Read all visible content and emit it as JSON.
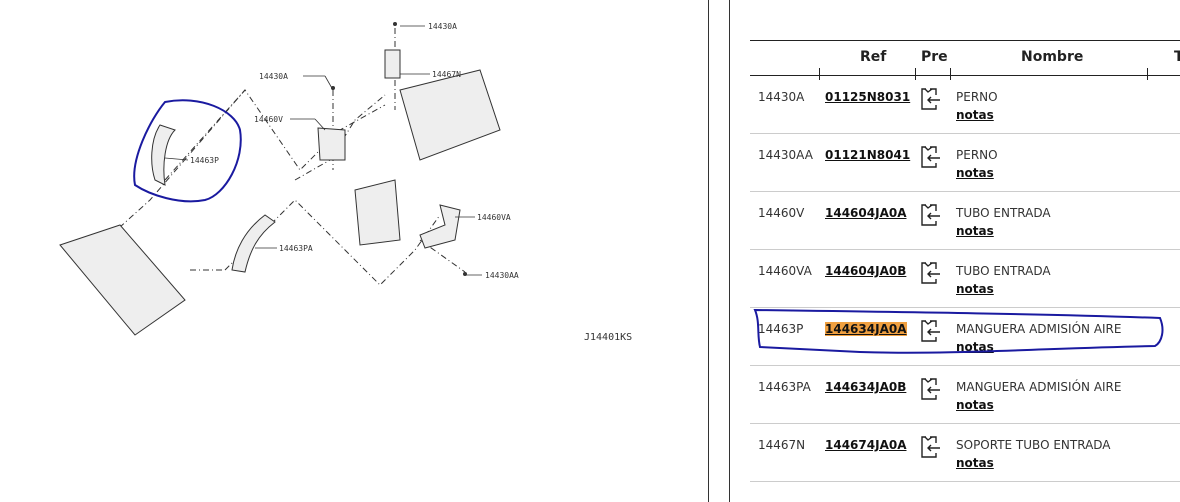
{
  "diagram": {
    "labels": [
      "14430A",
      "14467N",
      "14430A",
      "14460V",
      "14463P",
      "14460VA",
      "14463PA",
      "14430AA",
      "J14401KS"
    ]
  },
  "table": {
    "headers": {
      "code": "",
      "ref": "Ref",
      "pre": "Pre",
      "nombre": "Nombre",
      "t": "T"
    },
    "rows": [
      {
        "code": "14430A",
        "ref": "01125N8031",
        "name": "PERNO",
        "notes": "notas",
        "highlighted": false
      },
      {
        "code": "14430AA",
        "ref": "01121N8041",
        "name": "PERNO",
        "notes": "notas",
        "highlighted": false
      },
      {
        "code": "14460V",
        "ref": "144604JA0A",
        "name": "TUBO ENTRADA",
        "notes": "notas",
        "highlighted": false
      },
      {
        "code": "14460VA",
        "ref": "144604JA0B",
        "name": "TUBO ENTRADA",
        "notes": "notas",
        "highlighted": false
      },
      {
        "code": "14463P",
        "ref": "144634JA0A",
        "name": "MANGUERA ADMISIÓN AIRE",
        "notes": "notas",
        "highlighted": true
      },
      {
        "code": "14463PA",
        "ref": "144634JA0B",
        "name": "MANGUERA ADMISIÓN AIRE",
        "notes": "notas",
        "highlighted": false
      },
      {
        "code": "14467N",
        "ref": "144674JA0A",
        "name": "SOPORTE TUBO ENTRADA",
        "notes": "notas",
        "highlighted": false
      }
    ]
  },
  "colors": {
    "highlight": "#f0a040",
    "annotation": "#1a1aa0"
  }
}
